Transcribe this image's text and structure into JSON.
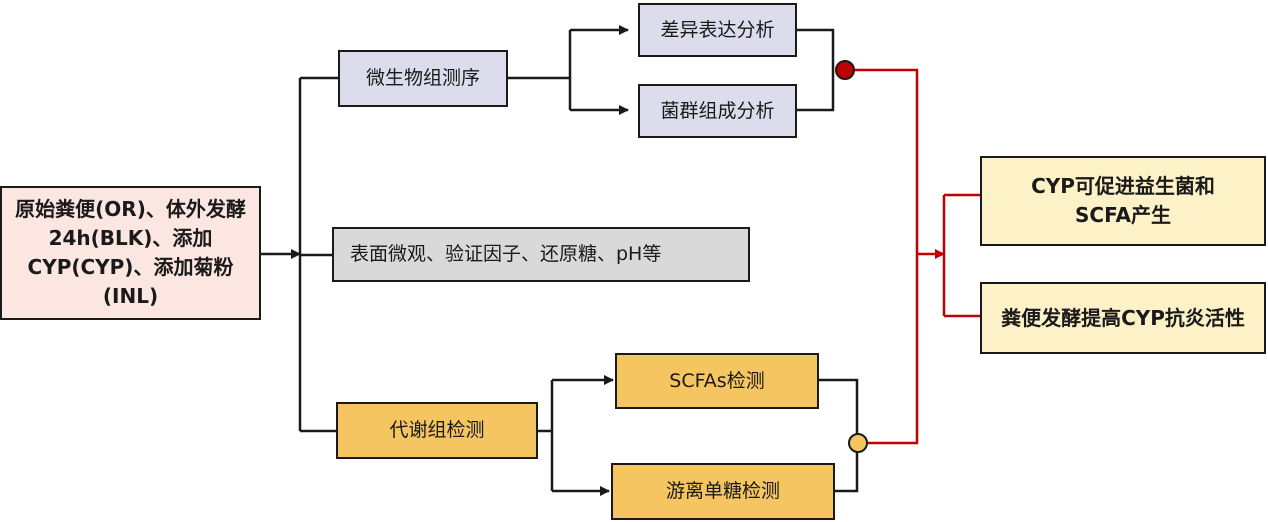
{
  "source_node": {
    "text": "原始粪便(OR)、体外发酵24h(BLK)、添加CYP(CYP)、添加菊粉(INL)"
  },
  "branches": {
    "microbiome": {
      "label": "微生物组测序",
      "sub_a": "差异表达分析",
      "sub_b": "菌群组成分析"
    },
    "surface": {
      "label": "表面微观、验证因子、还原糖、pH等"
    },
    "metabolome": {
      "label": "代谢组检测",
      "sub_a": "SCFAs检测",
      "sub_b": "游离单糖检测"
    }
  },
  "results": {
    "r1": "CYP可促进益生菌和SCFA产生",
    "r2": "粪便发酵提高CYP抗炎活性"
  },
  "colors": {
    "line": "#1a1a1a",
    "result_line": "#c00000",
    "source_fill": "#fce6e2",
    "microbiome_fill": "#dcdcec",
    "surface_fill": "#d9d9d9",
    "metabolome_fill": "#f4c561",
    "result_fill": "#fdf1c8"
  }
}
